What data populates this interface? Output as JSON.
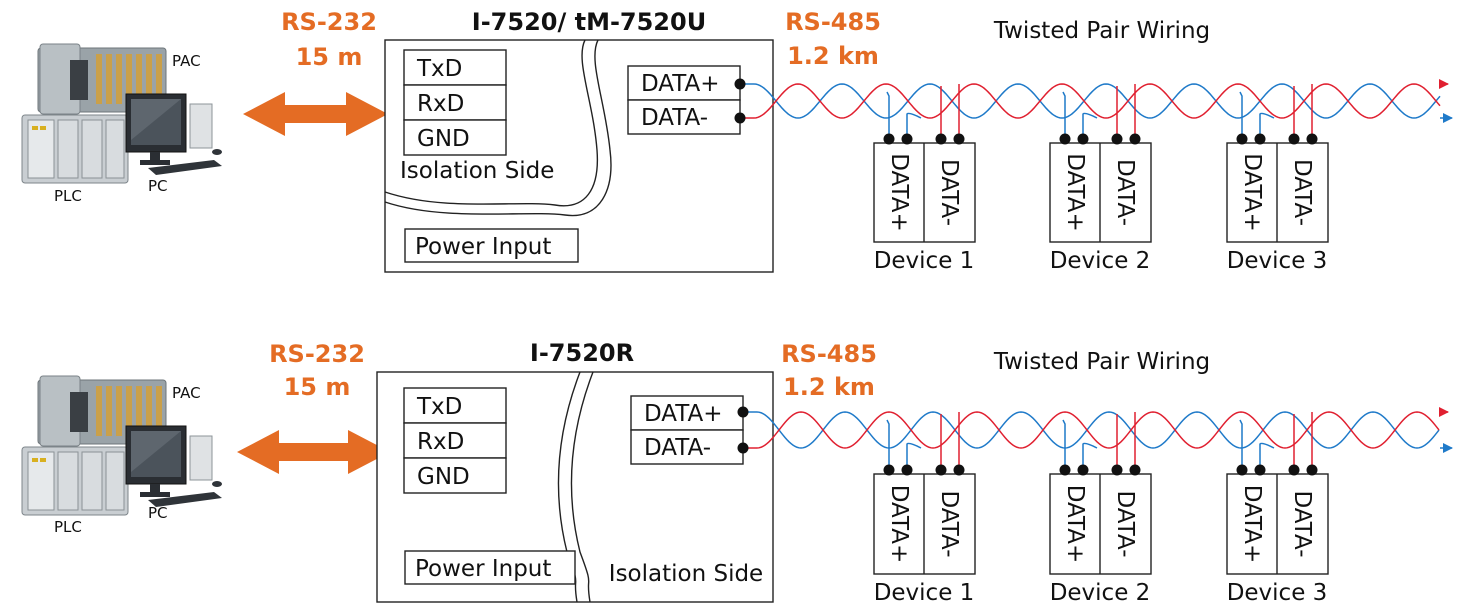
{
  "colors": {
    "accent": "#e46c24",
    "wire_positive": "#1f7ac9",
    "wire_negative": "#e02030",
    "line": "#222222"
  },
  "icons": [
    "pac-controller-icon",
    "plc-controller-icon",
    "pc-computer-icon",
    "double-arrow-icon",
    "terminal-dot-icon"
  ],
  "panels": [
    {
      "converter_title": "I-7520/ tM-7520U",
      "rs232_label": "RS-232",
      "rs232_distance": "15 m",
      "rs485_label": "RS-485",
      "rs485_distance": "1.2 km",
      "wiring_label": "Twisted Pair Wiring",
      "pins_left": [
        "TxD",
        "RxD",
        "GND"
      ],
      "pins_right": [
        "DATA+",
        "DATA-"
      ],
      "isolation_label": "Isolation Side",
      "power_label": "Power Input",
      "equipment_labels": {
        "pac": "PAC",
        "plc": "PLC",
        "pc": "PC"
      },
      "devices": [
        {
          "name": "Device 1",
          "plus": "DATA+",
          "minus": "DATA-"
        },
        {
          "name": "Device 2",
          "plus": "DATA+",
          "minus": "DATA-"
        },
        {
          "name": "Device 3",
          "plus": "DATA+",
          "minus": "DATA-"
        }
      ]
    },
    {
      "converter_title": "I-7520R",
      "rs232_label": "RS-232",
      "rs232_distance": "15 m",
      "rs485_label": "RS-485",
      "rs485_distance": "1.2 km",
      "wiring_label": "Twisted Pair Wiring",
      "pins_left": [
        "TxD",
        "RxD",
        "GND"
      ],
      "pins_right": [
        "DATA+",
        "DATA-"
      ],
      "isolation_label": "Isolation Side",
      "power_label": "Power Input",
      "equipment_labels": {
        "pac": "PAC",
        "plc": "PLC",
        "pc": "PC"
      },
      "devices": [
        {
          "name": "Device 1",
          "plus": "DATA+",
          "minus": "DATA-"
        },
        {
          "name": "Device 2",
          "plus": "DATA+",
          "minus": "DATA-"
        },
        {
          "name": "Device 3",
          "plus": "DATA+",
          "minus": "DATA-"
        }
      ]
    }
  ]
}
